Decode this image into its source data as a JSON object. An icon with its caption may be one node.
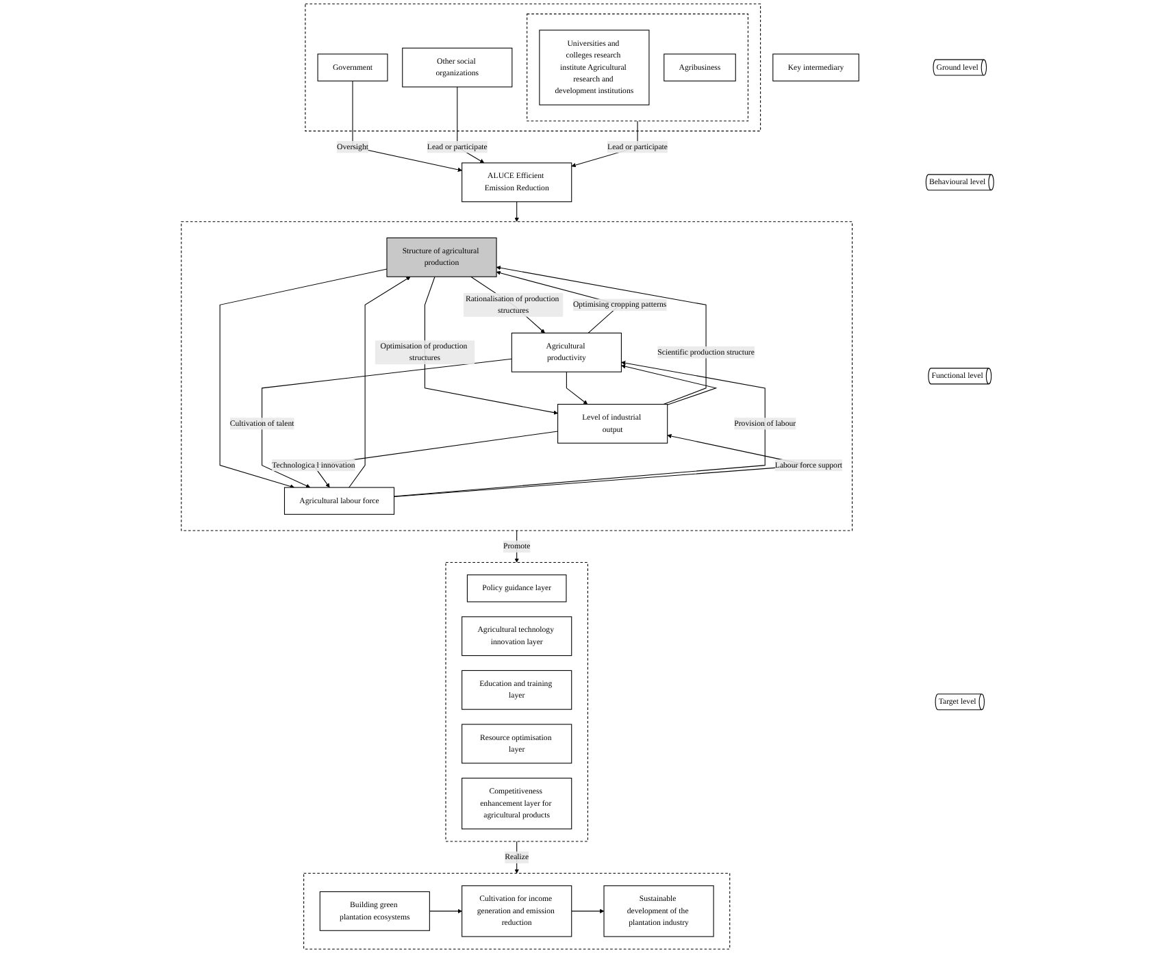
{
  "diagram": {
    "nodes": [
      {
        "text": [],
        "shape": "box"
      },
      {
        "text": [],
        "shape": "box",
        "in": 0
      },
      {
        "text": [
          "Universities and colleges research institute Agricultural research and development institutions"
        ],
        "in": 1
      },
      {
        "text": [
          "Agribusiness"
        ],
        "in": 1
      },
      {
        "text": [
          "Government"
        ],
        "in": 0
      },
      {
        "text": [
          "Other social organizations"
        ],
        "in": 0
      },
      {
        "text": [
          "ALUCE Efficient Emission Reduction"
        ]
      },
      {
        "text": [
          "Key intermediary"
        ]
      },
      {
        "text": [],
        "shape": "box"
      },
      {
        "text": [
          "Structure of agricultural production"
        ],
        "in": 8
      },
      {
        "text": [
          "Agricultural productivity"
        ],
        "in": 8
      },
      {
        "text": [
          "Level of industrial output"
        ],
        "in": 8
      },
      {
        "text": [
          "Agricultural labour force"
        ],
        "in": 8
      },
      {
        "text": [],
        "shape": "box"
      },
      {
        "text": [
          "Policy guidance layer"
        ],
        "in": 13
      },
      {
        "text": [
          "Agricultural technology innovation layer"
        ],
        "in": 13
      },
      {
        "text": [
          "Education and training layer"
        ],
        "in": 13
      },
      {
        "text": [
          "Resource optimisation layer"
        ],
        "in": 13
      },
      {
        "text": [
          "Competitiveness enhancement layer for agricultural products"
        ],
        "in": 13
      },
      {
        "text": [],
        "shape": "box"
      },
      {
        "text": [
          "Building green plantation ecosystems"
        ],
        "in": 19
      },
      {
        "text": [
          "Cultivation for income generation and emission reduction"
        ],
        "in": 19
      },
      {
        "text": [
          "Sustainable development of the plantation industry"
        ],
        "in": 19
      },
      {
        "text": [
          "Ground level"
        ]
      },
      {
        "text": [
          "Behavioural level"
        ]
      },
      {
        "text": [
          "Functional level"
        ]
      },
      {
        "text": [
          "Target level"
        ]
      }
    ],
    "edges": [
      {
        "from": 1,
        "to": 6,
        "arrow": "to",
        "label": "Lead or participate"
      },
      {
        "from": 4,
        "to": 6,
        "arrow": "to",
        "label": "Oversight"
      },
      {
        "from": 5,
        "to": 6,
        "arrow": "to",
        "label": "Lead or participate"
      },
      {
        "from": 6,
        "to": 8,
        "arrow": "to"
      },
      {
        "from": 10,
        "to": 9,
        "arrow": "to",
        "label": "Optimising cropping patterns"
      },
      {
        "from": 9,
        "to": 10,
        "arrow": "to",
        "label": "Rationalisation of production structures"
      },
      {
        "from": 11,
        "to": 9,
        "arrow": "to",
        "label": "Scientific production structure"
      },
      {
        "from": 9,
        "to": 11,
        "arrow": "to",
        "label": "Optimisation of production structures"
      },
      {
        "from": 10,
        "to": 11,
        "arrow": "to"
      },
      {
        "from": 11,
        "to": 10,
        "arrow": "to"
      },
      {
        "from": 9,
        "to": 12,
        "arrow": "to"
      },
      {
        "from": 12,
        "to": 9,
        "arrow": "to"
      },
      {
        "from": 12,
        "to": 10,
        "arrow": "to",
        "label": "Provision of labour"
      },
      {
        "from": 12,
        "to": 11,
        "arrow": "to",
        "label": "Labour force support"
      },
      {
        "from": 10,
        "to": 12,
        "arrow": "to",
        "label": "Cultivation of talent"
      },
      {
        "from": 11,
        "to": 12,
        "arrow": "to",
        "label": "Technologica l innovation"
      },
      {
        "from": 8,
        "to": 13,
        "arrow": "to",
        "label": "Promote"
      },
      {
        "from": 13,
        "to": 19,
        "arrow": "to",
        "label": "Realize"
      },
      {
        "from": 20,
        "to": 21,
        "arrow": "to"
      },
      {
        "from": 21,
        "to": 22,
        "arrow": "to"
      }
    ]
  }
}
